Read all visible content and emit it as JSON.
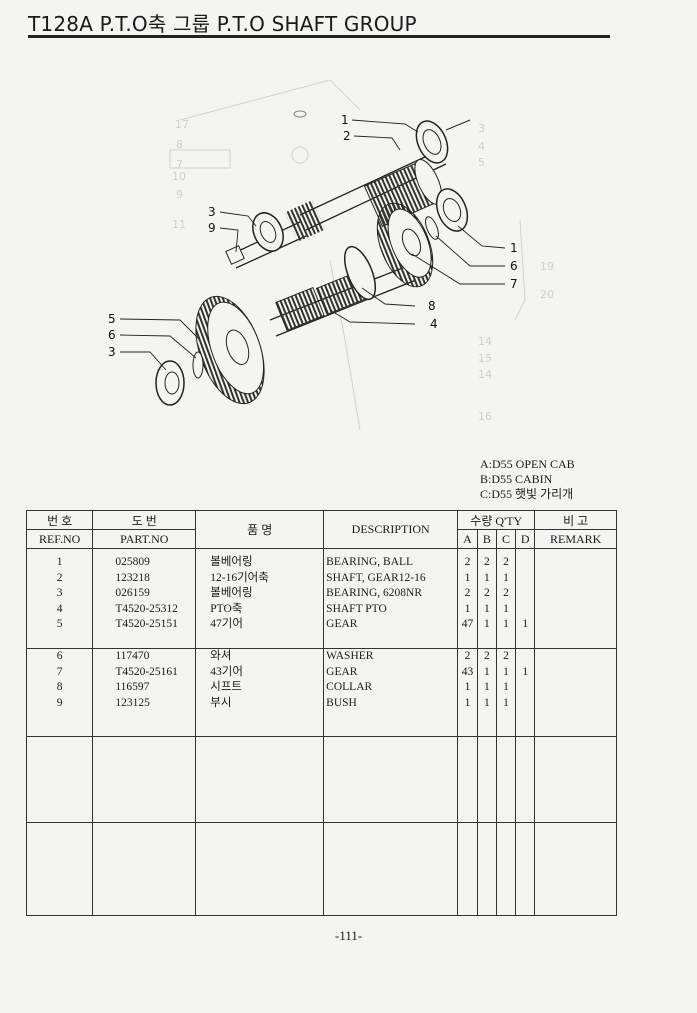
{
  "title": "T128A P.T.O축 그룹 P.T.O SHAFT GROUP",
  "callouts": {
    "upper": [
      "1",
      "2",
      "3",
      "9"
    ],
    "right": [
      "1",
      "6",
      "7",
      "8",
      "4"
    ],
    "left": [
      "5",
      "6",
      "3"
    ]
  },
  "legend": [
    "A:D55 OPEN CAB",
    "B:D55 CABIN",
    "C:D55 햇빛 가리개"
  ],
  "table": {
    "header": {
      "ref_kor": "번 호",
      "ref_en": "REF.NO",
      "part_kor": "도 번",
      "part_en": "PART.NO",
      "name_kor": "품 명",
      "desc": "DESCRIPTION",
      "qty": "수량 Q'TY",
      "qty_cols": [
        "A",
        "B",
        "C",
        "D"
      ],
      "remark_kor": "비 고",
      "remark_en": "REMARK"
    },
    "group1": [
      {
        "ref": "1",
        "part": "025809",
        "kor": "볼베어링",
        "desc": "BEARING, BALL",
        "a": "2",
        "b": "2",
        "c": "2",
        "d": ""
      },
      {
        "ref": "2",
        "part": "123218",
        "kor": "12-16기어축",
        "desc": "SHAFT, GEAR12-16",
        "a": "1",
        "b": "1",
        "c": "1",
        "d": ""
      },
      {
        "ref": "3",
        "part": "026159",
        "kor": "볼베어링",
        "desc": "BEARING, 6208NR",
        "a": "2",
        "b": "2",
        "c": "2",
        "d": ""
      },
      {
        "ref": "4",
        "part": "T4520-25312",
        "kor": "PTO축",
        "desc": "SHAFT PTO",
        "a": "1",
        "b": "1",
        "c": "1",
        "d": ""
      },
      {
        "ref": "5",
        "part": "T4520-25151",
        "kor": "47기어",
        "desc": "GEAR",
        "a": "47",
        "b": "1",
        "c": "1",
        "d": "1"
      }
    ],
    "group2": [
      {
        "ref": "6",
        "part": "117470",
        "kor": "와셔",
        "desc": "WASHER",
        "a": "2",
        "b": "2",
        "c": "2",
        "d": ""
      },
      {
        "ref": "7",
        "part": "T4520-25161",
        "kor": "43기어",
        "desc": "GEAR",
        "a": "43",
        "b": "1",
        "c": "1",
        "d": "1"
      },
      {
        "ref": "8",
        "part": "116597",
        "kor": "시프트",
        "desc": "COLLAR",
        "a": "1",
        "b": "1",
        "c": "1",
        "d": ""
      },
      {
        "ref": "9",
        "part": "123125",
        "kor": "부시",
        "desc": "BUSH",
        "a": "1",
        "b": "1",
        "c": "1",
        "d": ""
      }
    ]
  },
  "page_number": "-111-"
}
